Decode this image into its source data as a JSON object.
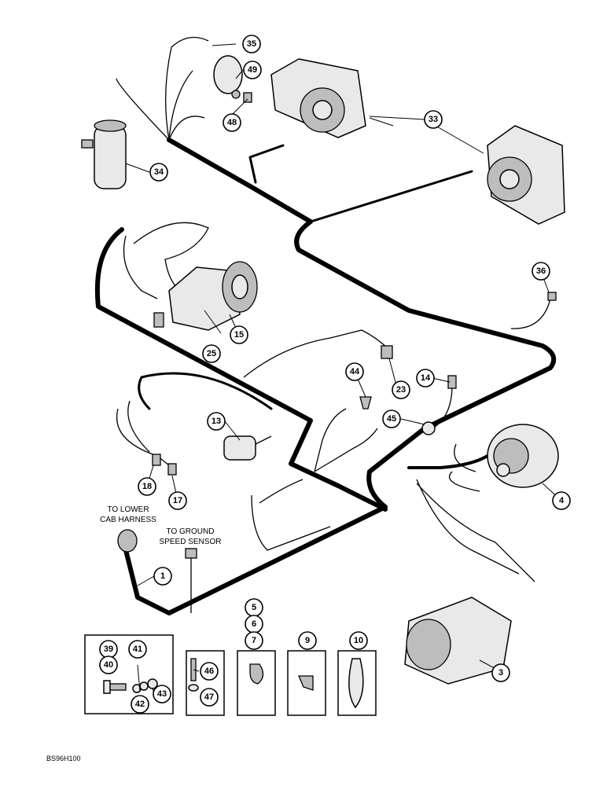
{
  "callouts": {
    "c1": "1",
    "c3": "3",
    "c4": "4",
    "c5": "5",
    "c6": "6",
    "c7": "7",
    "c9": "9",
    "c10": "10",
    "c13": "13",
    "c14": "14",
    "c15": "15",
    "c17": "17",
    "c18": "18",
    "c23": "23",
    "c25": "25",
    "c33": "33",
    "c34": "34",
    "c35": "35",
    "c36": "36",
    "c39": "39",
    "c40": "40",
    "c41": "41",
    "c42": "42",
    "c43": "43",
    "c44": "44",
    "c45": "45",
    "c46": "46",
    "c47": "47",
    "c48": "48",
    "c49": "49"
  },
  "labels": {
    "lower_cab_line1": "TO LOWER",
    "lower_cab_line2": "CAB HARNESS",
    "ground_speed_line1": "TO GROUND",
    "ground_speed_line2": "SPEED SENSOR"
  },
  "figure_code": "BS96H100"
}
